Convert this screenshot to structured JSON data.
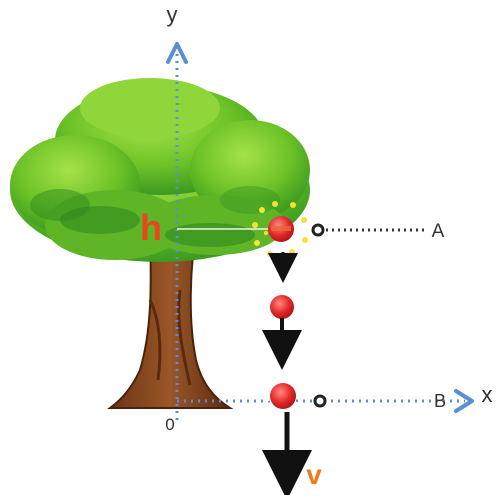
{
  "labels": {
    "y_axis": "y",
    "x_axis": "x",
    "origin": "0",
    "height": "h",
    "point_a": "A",
    "point_b": "B",
    "velocity": "v"
  },
  "colors": {
    "axis_blue": "#5a8fd6",
    "dotted_dark": "#2a3350",
    "height_label": "#e8461e",
    "velocity_label": "#f07a1a",
    "apple_red": "#e52a2a",
    "leaf_green": "#7ccc2a",
    "leaf_dark": "#2f8a1e",
    "trunk_brown": "#8a4a1e",
    "arrow_black": "#111111",
    "glow_yellow": "#f2e23a"
  }
}
